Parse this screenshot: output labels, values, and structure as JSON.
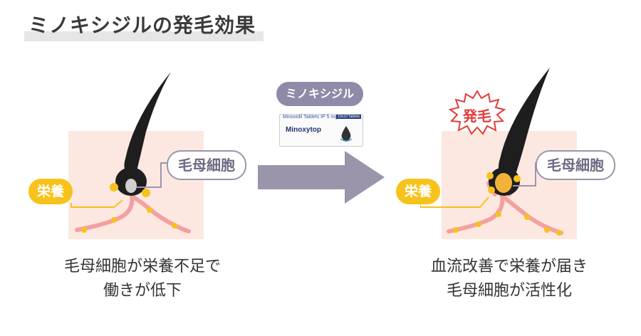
{
  "title": "ミノキシジルの発毛効果",
  "left": {
    "label_cell": "毛母細胞",
    "label_nutrient": "栄養",
    "caption_line1": "毛母細胞が栄養不足で",
    "caption_line2": "働きが低下"
  },
  "middle": {
    "drug_label": "ミノキシジル",
    "package_line": "Minoxidil Tablets IP 5 mg",
    "package_tag": "10x10 Tablets",
    "package_brand": "Minoxytop"
  },
  "right": {
    "burst_label": "発毛",
    "label_cell": "毛母細胞",
    "label_nutrient": "栄養",
    "caption_line1": "血流改善で栄養が届き",
    "caption_line2": "毛母細胞が活性化"
  },
  "colors": {
    "skin": "#fce8e0",
    "hair": "#1e1e1e",
    "nutrient": "#f7c21a",
    "vessel": "#f2a1a0",
    "arrow": "#9a95ab",
    "burst": "#e23c3c"
  }
}
